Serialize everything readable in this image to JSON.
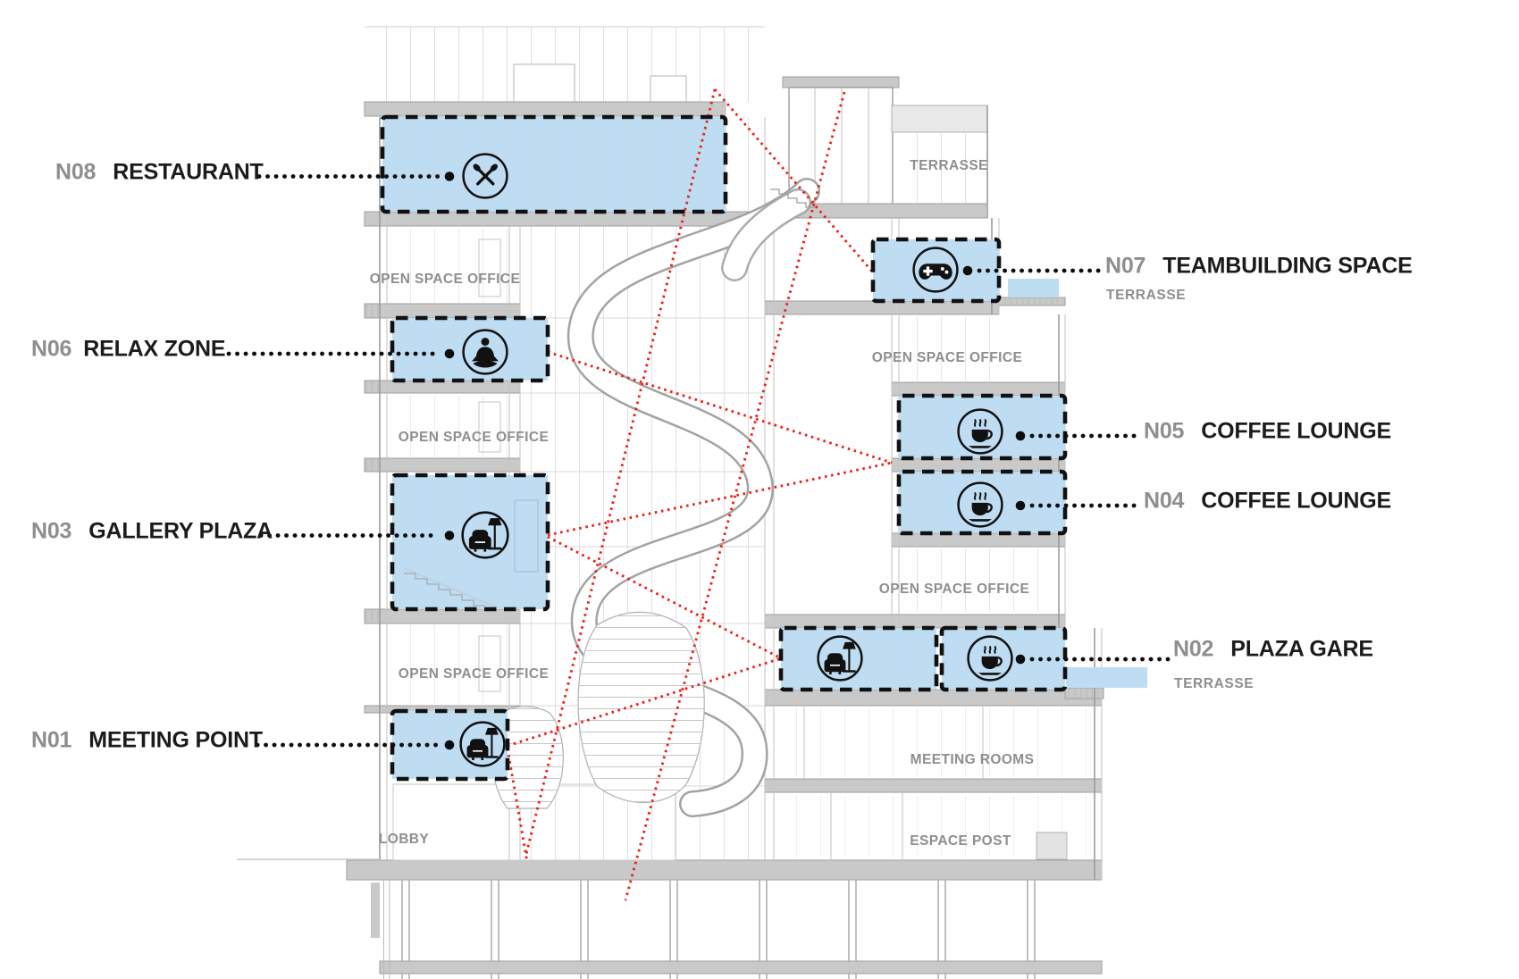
{
  "diagram": {
    "kind": "building section program diagram",
    "zones": [
      {
        "num": "N08",
        "name": "RESTAURANT",
        "icon": "restaurant-icon"
      },
      {
        "num": "N07",
        "name": "TEAMBUILDING SPACE",
        "terrace_label": "TERRASSE",
        "icon": "gamepad-icon"
      },
      {
        "num": "N06",
        "name": "RELAX ZONE",
        "icon": "meditation-icon"
      },
      {
        "num": "N05",
        "name": "COFFEE LOUNGE",
        "icon": "coffee-icon"
      },
      {
        "num": "N04",
        "name": "COFFEE LOUNGE",
        "icon": "coffee-icon"
      },
      {
        "num": "N03",
        "name": "GALLERY PLAZA",
        "icon": "armchair-lamp-icon"
      },
      {
        "num": "N02",
        "name": "PLAZA GARE",
        "terrace_label": "TERRASSE",
        "icons": [
          "armchair-lamp-icon",
          "coffee-icon"
        ]
      },
      {
        "num": "N01",
        "name": "MEETING POINT",
        "icon": "armchair-lamp-icon"
      }
    ],
    "rooms": {
      "open_space_office": "OPEN SPACE OFFICE",
      "meeting_rooms": "MEETING ROOMS",
      "espace_post": "ESPACE POST",
      "lobby": "LOBBY",
      "terrasse": "TERRASSE"
    },
    "colors": {
      "zone_fill": "#bedcf2",
      "zone_border": "#111111",
      "sightline": "#e8241c",
      "room_text": "#8e8e8e",
      "zone_num_text": "#8e8e8e",
      "zone_name_text": "#1b1b1b",
      "linework": "#b5b5b5"
    }
  }
}
